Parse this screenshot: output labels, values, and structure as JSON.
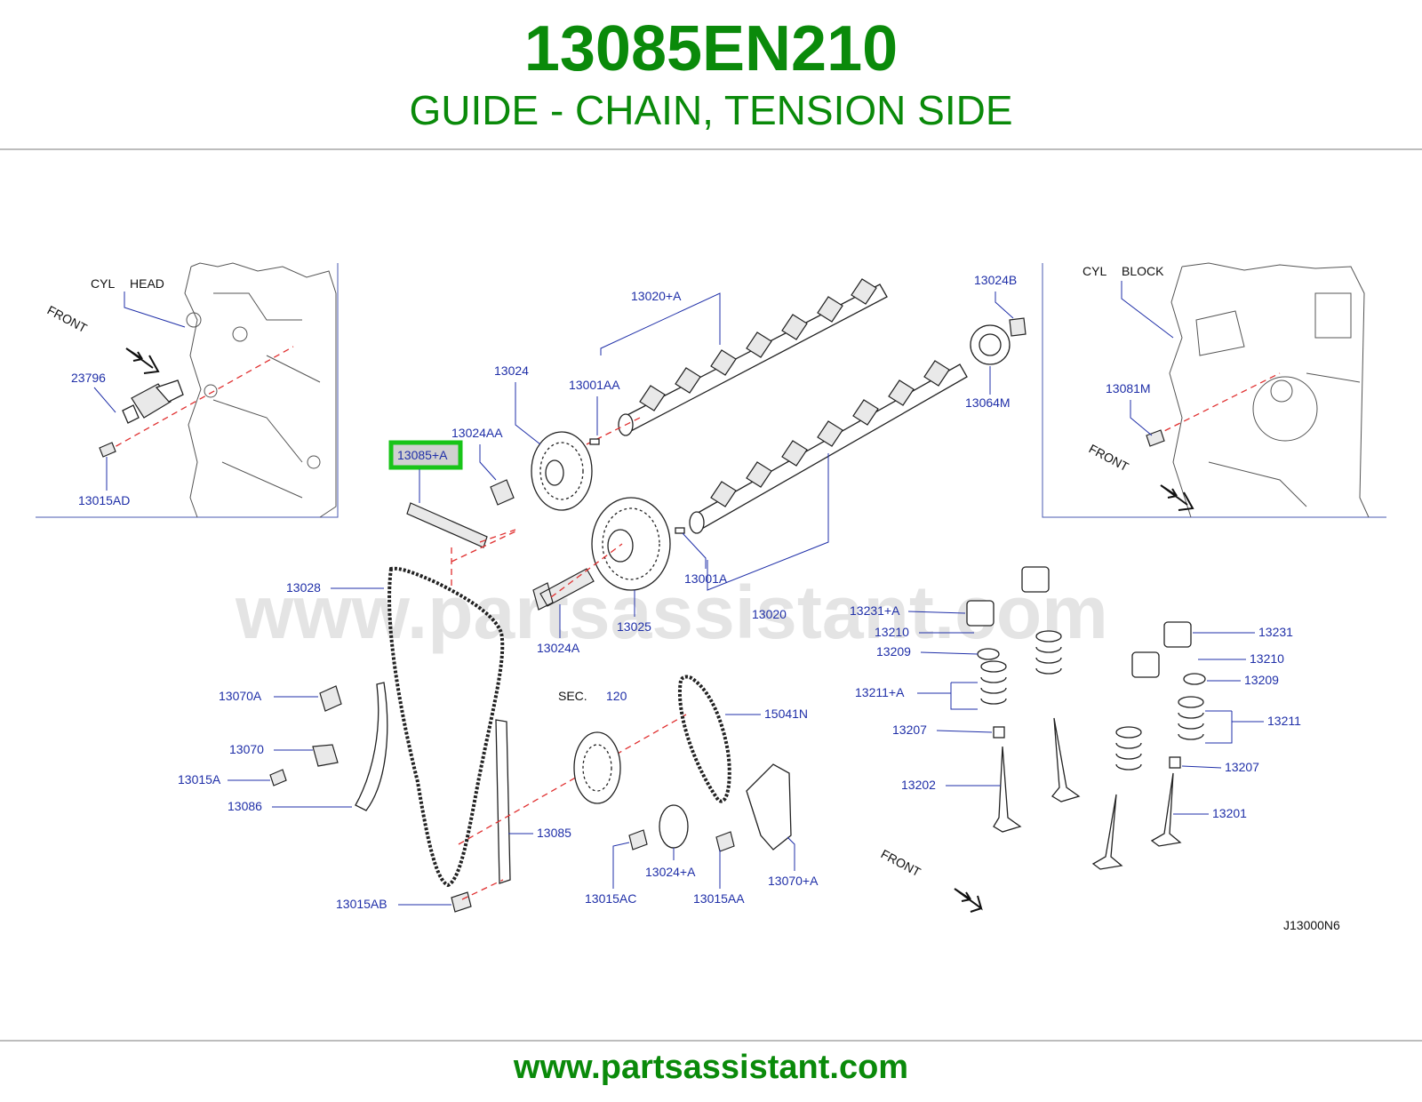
{
  "header": {
    "part_number": "13085EN210",
    "description": "GUIDE - CHAIN, TENSION SIDE"
  },
  "diagram": {
    "watermark": "www.partsassistant.com",
    "highlighted_label": "13085+A",
    "drawing_code": "J13000N6",
    "inset_left": {
      "title_1": "CYL",
      "title_2": "HEAD",
      "front": "FRONT"
    },
    "inset_right": {
      "title_1": "CYL",
      "title_2": "BLOCK",
      "front": "FRONT"
    },
    "front_main": "FRONT",
    "sec_label": "SEC.",
    "sec_number": "120",
    "callouts": {
      "c23796": "23796",
      "c13015AD": "13015AD",
      "c13020A": "13020+A",
      "c13024": "13024",
      "c13001AA": "13001AA",
      "c13024AA": "13024AA",
      "c13024B": "13024B",
      "c13064M": "13064M",
      "c13081M": "13081M",
      "c13028": "13028",
      "c13001A": "13001A",
      "c13025": "13025",
      "c13024A": "13024A",
      "c13020": "13020",
      "c13231A": "13231+A",
      "c13210a": "13210",
      "c13209a": "13209",
      "c13211A": "13211+A",
      "c13207a": "13207",
      "c13202": "13202",
      "c13231": "13231",
      "c13210b": "13210",
      "c13209b": "13209",
      "c13211": "13211",
      "c13207b": "13207",
      "c13201": "13201",
      "c13070A": "13070A",
      "c13070": "13070",
      "c13015A": "13015A",
      "c13086": "13086",
      "c13085": "13085",
      "c13015AB": "13015AB",
      "c15041N": "15041N",
      "c13024PA": "13024+A",
      "c13015AC": "13015AC",
      "c13015AA": "13015AA",
      "c13070PA": "13070+A"
    }
  },
  "footer": {
    "url": "www.partsassistant.com"
  }
}
